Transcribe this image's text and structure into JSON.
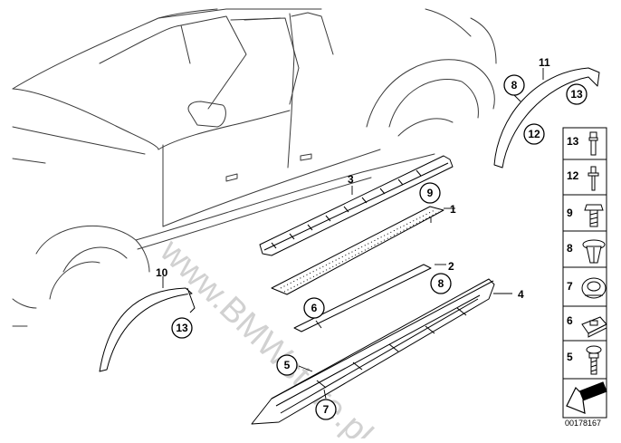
{
  "watermark": "www.BMWstore.pl",
  "diagram_number": "00178167",
  "callouts": {
    "c1": "1",
    "c2": "2",
    "c3": "3",
    "c4": "4",
    "c5": "5",
    "c6": "6",
    "c7": "7",
    "c8a": "8",
    "c8b": "8",
    "c9": "9",
    "c10": "10",
    "c11": "11",
    "c12": "12",
    "c13a": "13",
    "c13b": "13"
  },
  "side_panel": {
    "items": [
      {
        "number": "13",
        "part": "blind-rivet"
      },
      {
        "number": "12",
        "part": "rivet"
      },
      {
        "number": "9",
        "part": "hex-bolt"
      },
      {
        "number": "8",
        "part": "expanding-rivet"
      },
      {
        "number": "7",
        "part": "clip"
      },
      {
        "number": "6",
        "part": "plate-nut"
      },
      {
        "number": "5",
        "part": "screw"
      }
    ]
  }
}
